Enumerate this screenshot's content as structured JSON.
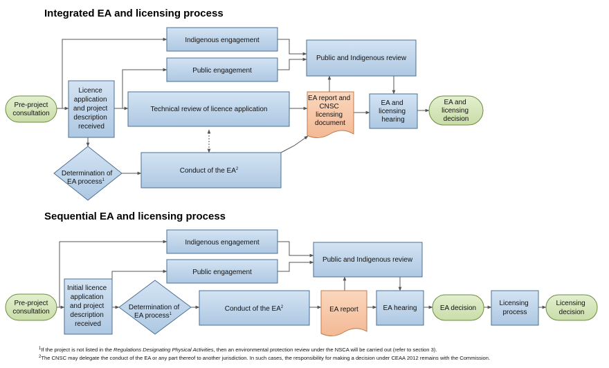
{
  "sections": [
    {
      "title": "Integrated EA and licensing process",
      "nodes": {
        "preproject": [
          "Pre-project",
          "consultation"
        ],
        "licence_app": [
          "Licence",
          "application",
          "and project",
          "description",
          "received"
        ],
        "indigenous": [
          "Indigenous engagement"
        ],
        "public": [
          "Public engagement"
        ],
        "technical": [
          "Technical review of licence application"
        ],
        "determination": [
          "Determination of",
          "EA process",
          "1"
        ],
        "conduct": [
          "Conduct of the EA",
          "2"
        ],
        "review": [
          "Public and Indigenous review"
        ],
        "ea_report": [
          "EA report and",
          "CNSC",
          "licensing",
          "document"
        ],
        "hearing": [
          "EA and",
          "licensing",
          "hearing"
        ],
        "decision": [
          "EA and",
          "licensing",
          "decision"
        ]
      }
    },
    {
      "title": "Sequential EA and licensing process",
      "nodes": {
        "preproject": [
          "Pre-project",
          "consultation"
        ],
        "licence_app": [
          "Initial licence",
          "application",
          "and project",
          "description",
          "received"
        ],
        "indigenous": [
          "Indigenous engagement"
        ],
        "public": [
          "Public engagement"
        ],
        "determination": [
          "Determination of",
          "EA process",
          "1"
        ],
        "conduct": [
          "Conduct of the EA",
          "2"
        ],
        "review": [
          "Public and Indigenous review"
        ],
        "ea_report": [
          "EA report"
        ],
        "hearing": [
          "EA hearing"
        ],
        "ea_decision": [
          "EA decision"
        ],
        "licensing_process": [
          "Licensing",
          "process"
        ],
        "licensing_decision": [
          "Licensing",
          "decision"
        ]
      }
    }
  ],
  "footnotes": [
    {
      "mark": "1",
      "parts": [
        "If the project is not listed in the ",
        "Regulations Designating Physical Activities",
        ", then an environmental protection review under the NSCA will be carried out (refer to section 3)."
      ]
    },
    {
      "mark": "2",
      "parts": [
        "The CNSC may delegate the conduct of the EA or any part thereof to another jurisdiction. In such cases, the responsibility for making a decision under CEAA 2012 remains with the Commission."
      ]
    }
  ],
  "colors": {
    "process_fill": "#bdd3ea",
    "process_stroke": "#4a6f93",
    "terminal_fill": "#d6e6bb",
    "terminal_stroke": "#6a8c3e",
    "document_fill": "#f8c8a6",
    "document_stroke": "#c07a4a",
    "line": "#555555"
  }
}
